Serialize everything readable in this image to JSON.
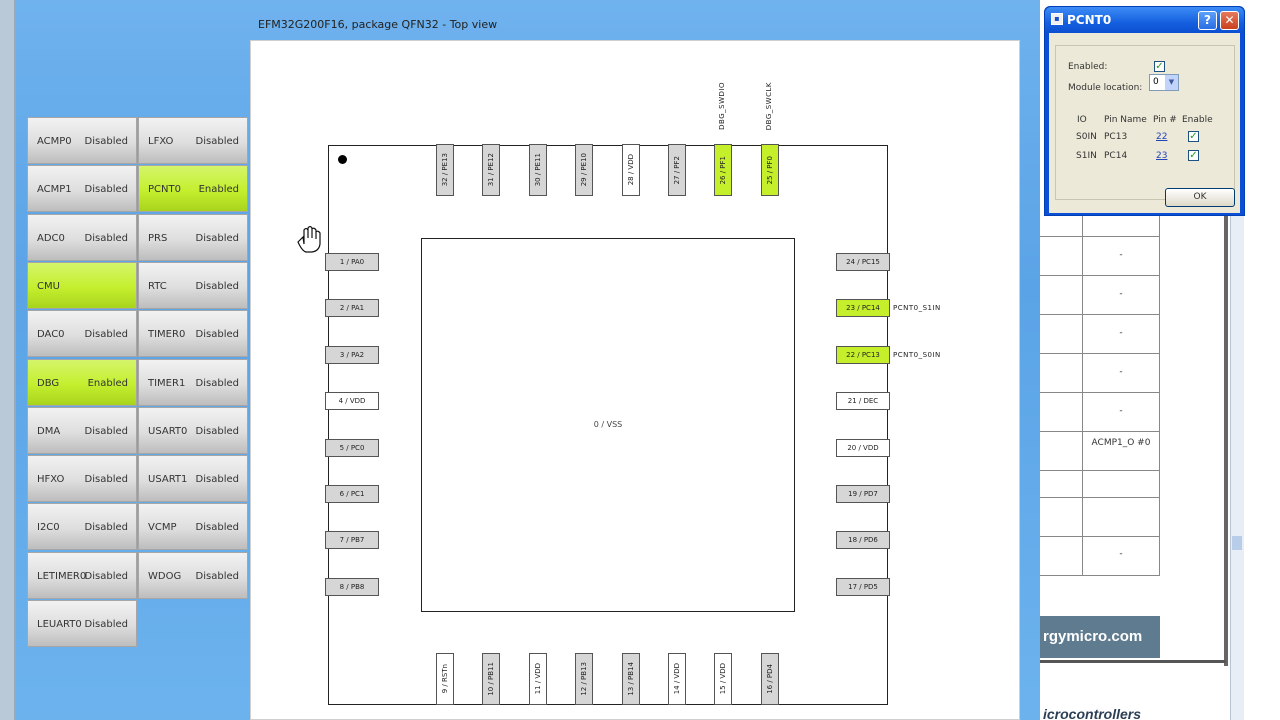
{
  "peripherals": {
    "col1": [
      {
        "name": "ACMP0",
        "status": "Disabled",
        "enabled": false
      },
      {
        "name": "ACMP1",
        "status": "Disabled",
        "enabled": false
      },
      {
        "name": "ADC0",
        "status": "Disabled",
        "enabled": false
      },
      {
        "name": "CMU",
        "status": "",
        "enabled": true
      },
      {
        "name": "DAC0",
        "status": "Disabled",
        "enabled": false
      },
      {
        "name": "DBG",
        "status": "Enabled",
        "enabled": true
      },
      {
        "name": "DMA",
        "status": "Disabled",
        "enabled": false
      },
      {
        "name": "HFXO",
        "status": "Disabled",
        "enabled": false
      },
      {
        "name": "I2C0",
        "status": "Disabled",
        "enabled": false
      },
      {
        "name": "LETIMER0",
        "status": "Disabled",
        "enabled": false
      },
      {
        "name": "LEUART0",
        "status": "Disabled",
        "enabled": false
      }
    ],
    "col2": [
      {
        "name": "LFXO",
        "status": "Disabled",
        "enabled": false
      },
      {
        "name": "PCNT0",
        "status": "Enabled",
        "enabled": true
      },
      {
        "name": "PRS",
        "status": "Disabled",
        "enabled": false
      },
      {
        "name": "RTC",
        "status": "Disabled",
        "enabled": false
      },
      {
        "name": "TIMER0",
        "status": "Disabled",
        "enabled": false
      },
      {
        "name": "TIMER1",
        "status": "Disabled",
        "enabled": false
      },
      {
        "name": "USART0",
        "status": "Disabled",
        "enabled": false
      },
      {
        "name": "USART1",
        "status": "Disabled",
        "enabled": false
      },
      {
        "name": "VCMP",
        "status": "Disabled",
        "enabled": false
      },
      {
        "name": "WDOG",
        "status": "Disabled",
        "enabled": false
      }
    ]
  },
  "diagram": {
    "title": "EFM32G200F16, package QFN32 - Top view",
    "center_label": "0 / VSS",
    "pins_left": [
      {
        "label": "1 / PA0",
        "state": "gray"
      },
      {
        "label": "2 / PA1",
        "state": "gray"
      },
      {
        "label": "3 / PA2",
        "state": "gray"
      },
      {
        "label": "4 / VDD",
        "state": "white"
      },
      {
        "label": "5 / PC0",
        "state": "gray"
      },
      {
        "label": "6 / PC1",
        "state": "gray"
      },
      {
        "label": "7 / PB7",
        "state": "gray"
      },
      {
        "label": "8 / PB8",
        "state": "gray"
      }
    ],
    "pins_bottom": [
      {
        "label": "9 / RSTn",
        "state": "white"
      },
      {
        "label": "10 / PB11",
        "state": "gray"
      },
      {
        "label": "11 / VDD",
        "state": "white"
      },
      {
        "label": "12 / PB13",
        "state": "gray"
      },
      {
        "label": "13 / PB14",
        "state": "gray"
      },
      {
        "label": "14 / VDD",
        "state": "white"
      },
      {
        "label": "15 / VDD",
        "state": "white"
      },
      {
        "label": "16 / PD4",
        "state": "gray"
      }
    ],
    "pins_right": [
      {
        "label": "24 / PC15",
        "state": "gray",
        "signal": ""
      },
      {
        "label": "23 / PC14",
        "state": "green",
        "signal": "PCNT0_S1IN"
      },
      {
        "label": "22 / PC13",
        "state": "green",
        "signal": "PCNT0_S0IN"
      },
      {
        "label": "21 / DEC",
        "state": "white",
        "signal": ""
      },
      {
        "label": "20 / VDD",
        "state": "white",
        "signal": ""
      },
      {
        "label": "19 / PD7",
        "state": "gray",
        "signal": ""
      },
      {
        "label": "18 / PD6",
        "state": "gray",
        "signal": ""
      },
      {
        "label": "17 / PD5",
        "state": "gray",
        "signal": ""
      }
    ],
    "pins_top": [
      {
        "label": "32 / PE13",
        "state": "gray",
        "signal": ""
      },
      {
        "label": "31 / PE12",
        "state": "gray",
        "signal": ""
      },
      {
        "label": "30 / PE11",
        "state": "gray",
        "signal": ""
      },
      {
        "label": "29 / PE10",
        "state": "gray",
        "signal": ""
      },
      {
        "label": "28 / VDD",
        "state": "white",
        "signal": ""
      },
      {
        "label": "27 / PF2",
        "state": "gray",
        "signal": ""
      },
      {
        "label": "26 / PF1",
        "state": "green",
        "signal": "DBG_SWDIO"
      },
      {
        "label": "25 / PF0",
        "state": "green",
        "signal": "DBG_SWCLK"
      }
    ]
  },
  "dialog": {
    "title": "PCNT0",
    "help_label": "?",
    "close_label": "✕",
    "enabled_label": "Enabled:",
    "enabled_checked": true,
    "module_location_label": "Module location:",
    "module_location_value": "0",
    "columns": {
      "io": "IO",
      "pin_name": "Pin Name",
      "pin_num": "Pin #",
      "enable": "Enable"
    },
    "rows": [
      {
        "io": "S0IN",
        "pin_name": "PC13",
        "pin_num": "22",
        "enable": true
      },
      {
        "io": "S1IN",
        "pin_name": "PC14",
        "pin_num": "23",
        "enable": true
      }
    ],
    "ok_label": "OK"
  },
  "background_window": {
    "cells": [
      "-",
      "-",
      "-",
      "-",
      "-",
      "ACMP1_O #0",
      "",
      "-"
    ],
    "banner": "rgymicro.com",
    "footer": "icrocontrollers"
  },
  "colors": {
    "enabled_green": "#c5ef2b",
    "titlebar_blue": "#1560e0"
  },
  "icons": {
    "cursor": "hand-cursor-icon",
    "checkbox": "check-icon"
  }
}
